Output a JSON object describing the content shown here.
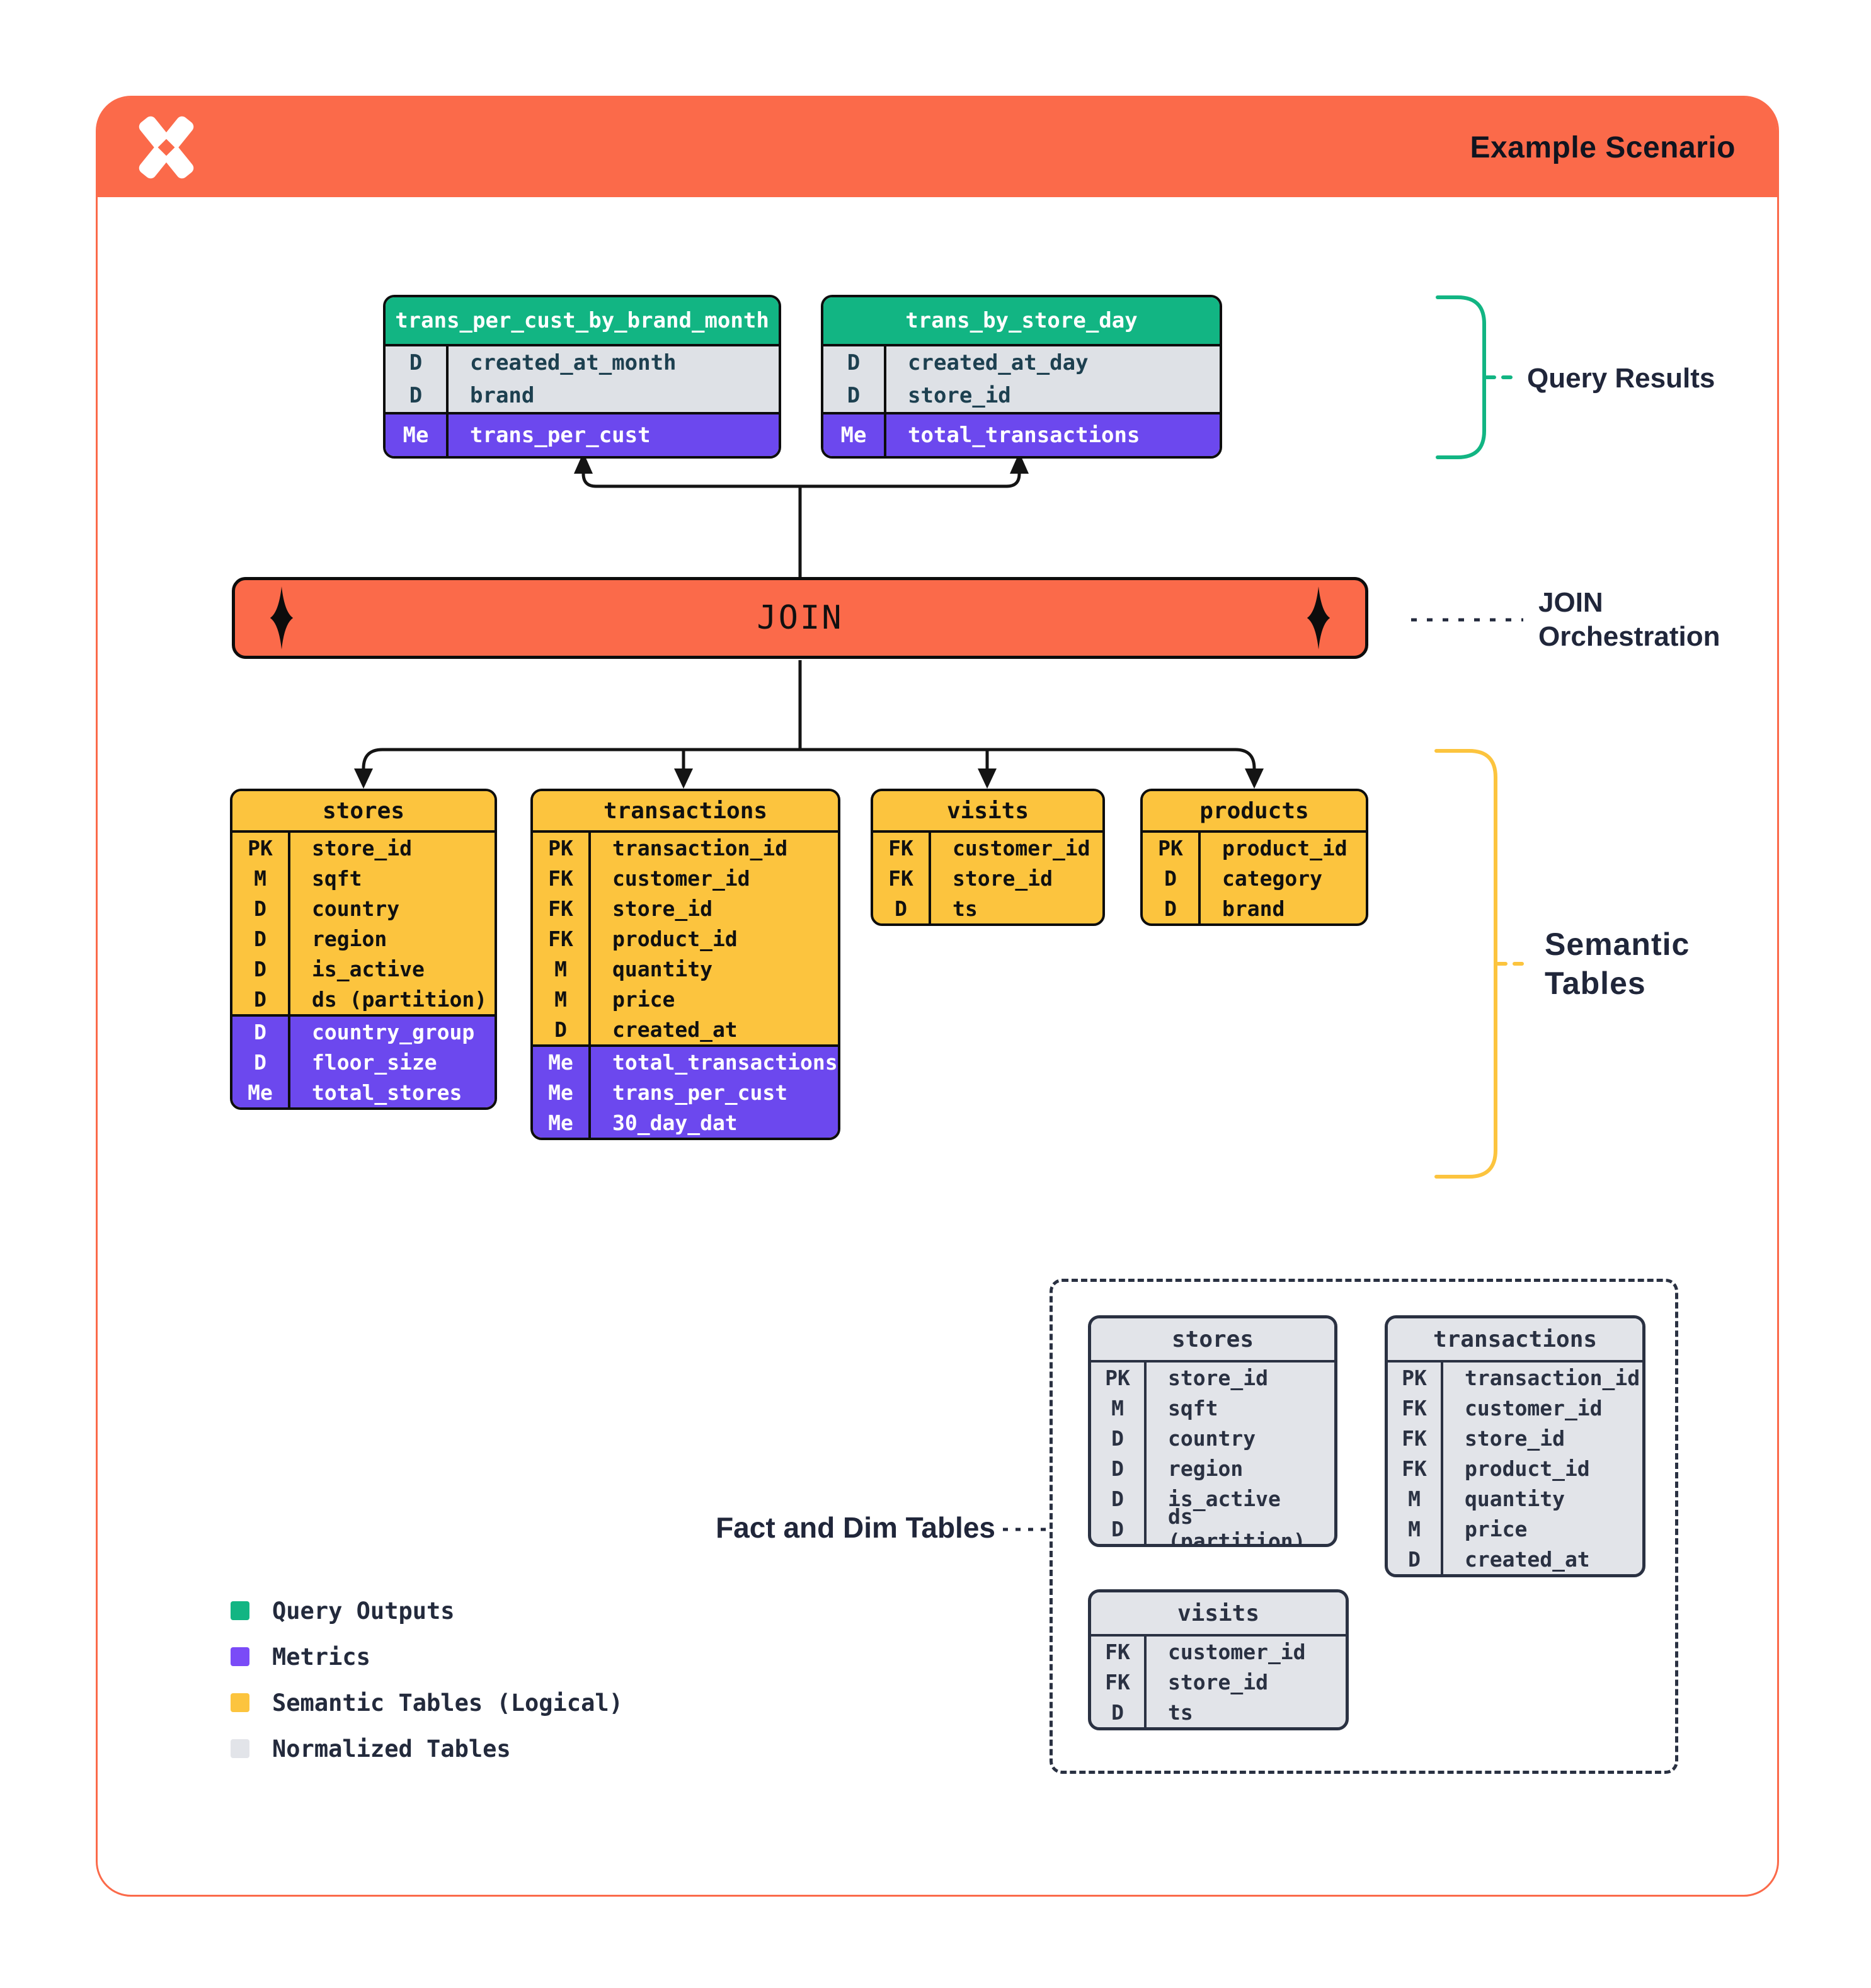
{
  "header": {
    "title": "Example Scenario",
    "logo": "pinwheel-x-logo"
  },
  "join_label": "JOIN",
  "annotations": {
    "query_results": "Query Results",
    "join_orchestration": [
      "JOIN",
      "Orchestration"
    ],
    "semantic_tables": [
      "Semantic",
      "Tables"
    ],
    "fact_and_dim": "Fact and Dim Tables"
  },
  "query_tables": [
    {
      "title": "trans_per_cust_by_brand_month",
      "dims": [
        [
          "D",
          "created_at_month"
        ],
        [
          "D",
          "brand"
        ]
      ],
      "metrics": [
        [
          "Me",
          "trans_per_cust"
        ]
      ]
    },
    {
      "title": "trans_by_store_day",
      "dims": [
        [
          "D",
          "created_at_day"
        ],
        [
          "D",
          "store_id"
        ]
      ],
      "metrics": [
        [
          "Me",
          "total_transactions"
        ]
      ]
    }
  ],
  "semantic_tables": [
    {
      "title": "stores",
      "fields": [
        [
          "PK",
          "store_id"
        ],
        [
          "M",
          "sqft"
        ],
        [
          "D",
          "country"
        ],
        [
          "D",
          "region"
        ],
        [
          "D",
          "is_active"
        ],
        [
          "D",
          "ds (partition)"
        ]
      ],
      "metrics": [
        [
          "D",
          "country_group"
        ],
        [
          "D",
          "floor_size"
        ],
        [
          "Me",
          "total_stores"
        ]
      ]
    },
    {
      "title": "transactions",
      "fields": [
        [
          "PK",
          "transaction_id"
        ],
        [
          "FK",
          "customer_id"
        ],
        [
          "FK",
          "store_id"
        ],
        [
          "FK",
          "product_id"
        ],
        [
          "M",
          "quantity"
        ],
        [
          "M",
          "price"
        ],
        [
          "D",
          "created_at"
        ]
      ],
      "metrics": [
        [
          "Me",
          "total_transactions"
        ],
        [
          "Me",
          "trans_per_cust"
        ],
        [
          "Me",
          "30_day_dat"
        ]
      ]
    },
    {
      "title": "visits",
      "fields": [
        [
          "FK",
          "customer_id"
        ],
        [
          "FK",
          "store_id"
        ],
        [
          "D",
          "ts"
        ]
      ],
      "metrics": []
    },
    {
      "title": "products",
      "fields": [
        [
          "PK",
          "product_id"
        ],
        [
          "D",
          "category"
        ],
        [
          "D",
          "brand"
        ]
      ],
      "metrics": []
    }
  ],
  "normalized_tables": [
    {
      "title": "stores",
      "fields": [
        [
          "PK",
          "store_id"
        ],
        [
          "M",
          "sqft"
        ],
        [
          "D",
          "country"
        ],
        [
          "D",
          "region"
        ],
        [
          "D",
          "is_active"
        ],
        [
          "D",
          "ds (partition)"
        ]
      ]
    },
    {
      "title": "transactions",
      "fields": [
        [
          "PK",
          "transaction_id"
        ],
        [
          "FK",
          "customer_id"
        ],
        [
          "FK",
          "store_id"
        ],
        [
          "FK",
          "product_id"
        ],
        [
          "M",
          "quantity"
        ],
        [
          "M",
          "price"
        ],
        [
          "D",
          "created_at"
        ]
      ]
    },
    {
      "title": "visits",
      "fields": [
        [
          "FK",
          "customer_id"
        ],
        [
          "FK",
          "store_id"
        ],
        [
          "D",
          "ts"
        ]
      ]
    }
  ],
  "legend": [
    {
      "name": "query-outputs",
      "label": "Query Outputs",
      "color": "#12B583"
    },
    {
      "name": "metrics",
      "label": "Metrics",
      "color": "#7A4BF7"
    },
    {
      "name": "semantic-tables",
      "label": "Semantic Tables (Logical)",
      "color": "#FCC43E"
    },
    {
      "name": "normalized-tables",
      "label": "Normalized Tables",
      "color": "#E2E4E9"
    }
  ],
  "colors": {
    "accent_orange": "#FB6A4A",
    "query_green": "#12B583",
    "metric_purple": "#6C48EE",
    "semantic_yellow": "#FCC43E",
    "normalized_gray": "#E2E4E9",
    "label_navy": "#232A3C",
    "line_black": "#141414"
  }
}
